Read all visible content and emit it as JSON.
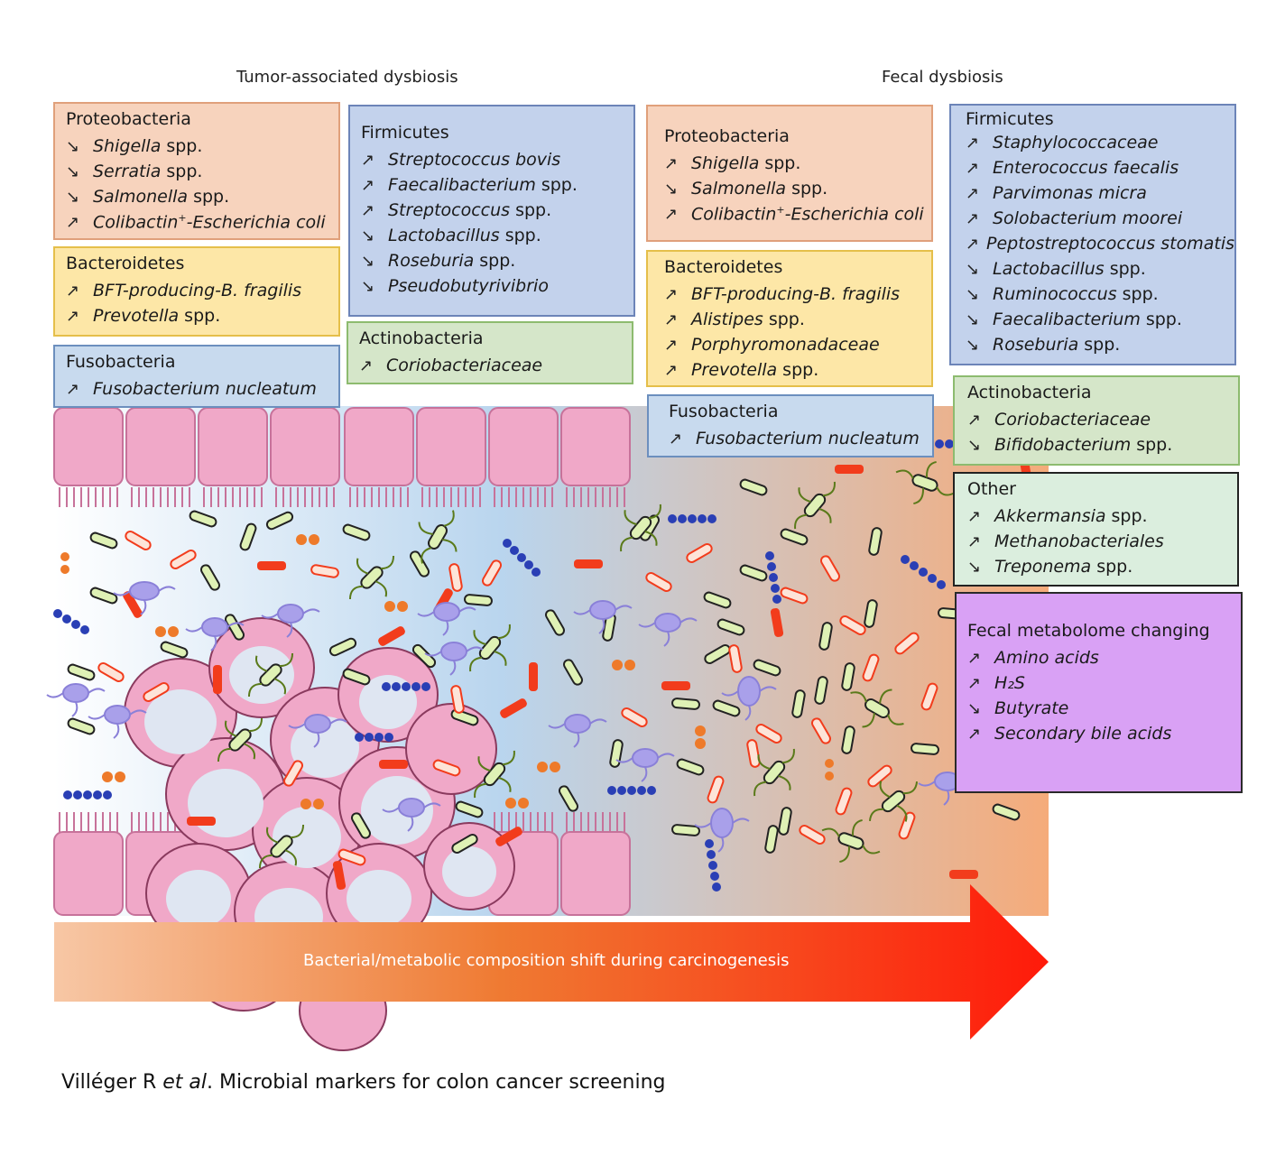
{
  "headers": {
    "left": "Tumor-associated dysbiosis",
    "right": "Fecal dysbiosis"
  },
  "boxes": {
    "t_proteo": {
      "title": "Proteobacteria",
      "items": [
        {
          "arrow": "↘",
          "name": "Shigella",
          "suffix": "spp."
        },
        {
          "arrow": "↘",
          "name": "Serratia",
          "suffix": "spp."
        },
        {
          "arrow": "↘",
          "name": "Salmonella",
          "suffix": "spp."
        },
        {
          "arrow": "↗",
          "name": "Colibactin",
          "sup": "+",
          "name2": "-Escherichia coli",
          "suffix": ""
        }
      ]
    },
    "t_bacter": {
      "title": "Bacteroidetes",
      "items": [
        {
          "arrow": "↗",
          "name": "BFT-producing-B. fragilis",
          "suffix": ""
        },
        {
          "arrow": "↗",
          "name": "Prevotella",
          "suffix": "spp."
        }
      ]
    },
    "t_fuso": {
      "title": "Fusobacteria",
      "items": [
        {
          "arrow": "↗",
          "name": "Fusobacterium nucleatum",
          "suffix": ""
        }
      ]
    },
    "t_firm": {
      "title": "Firmicutes",
      "items": [
        {
          "arrow": "↗",
          "name": "Streptococcus bovis",
          "suffix": ""
        },
        {
          "arrow": "↗",
          "name": "Faecalibacterium",
          "suffix": "spp."
        },
        {
          "arrow": "↗",
          "name": "Streptococcus",
          "suffix": "spp."
        },
        {
          "arrow": "↘",
          "name": "Lactobacillus",
          "suffix": "spp."
        },
        {
          "arrow": "↘",
          "name": "Roseburia",
          "suffix": "spp."
        },
        {
          "arrow": "↘",
          "name": "Pseudobutyrivibrio",
          "suffix": ""
        }
      ]
    },
    "t_actino": {
      "title": "Actinobacteria",
      "items": [
        {
          "arrow": "↗",
          "name": "Coriobacteriaceae",
          "suffix": ""
        }
      ]
    },
    "f_proteo": {
      "title": "Proteobacteria",
      "items": [
        {
          "arrow": "↗",
          "name": "Shigella",
          "suffix": "spp."
        },
        {
          "arrow": "↘",
          "name": "Salmonella",
          "suffix": "spp."
        },
        {
          "arrow": "↗",
          "name": "Colibactin",
          "sup": "+",
          "name2": "-Escherichia coli",
          "suffix": ""
        }
      ]
    },
    "f_bacter": {
      "title": "Bacteroidetes",
      "items": [
        {
          "arrow": "↗",
          "name": "BFT-producing-B. fragilis",
          "suffix": ""
        },
        {
          "arrow": "↗",
          "name": "Alistipes",
          "suffix": "spp."
        },
        {
          "arrow": "↗",
          "name": "Porphyromonadaceae",
          "suffix": ""
        },
        {
          "arrow": "↗",
          "name": "Prevotella",
          "suffix": "spp."
        }
      ]
    },
    "f_fuso": {
      "title": "Fusobacteria",
      "items": [
        {
          "arrow": "↗",
          "name": "Fusobacterium nucleatum",
          "suffix": ""
        }
      ]
    },
    "f_firm": {
      "title": "Firmicutes",
      "items": [
        {
          "arrow": "↗",
          "name": "Staphylococcaceae",
          "suffix": ""
        },
        {
          "arrow": "↗",
          "name": "Enterococcus faecalis",
          "suffix": ""
        },
        {
          "arrow": "↗",
          "name": "Parvimonas micra",
          "suffix": ""
        },
        {
          "arrow": "↗",
          "name": "Solobacterium moorei",
          "suffix": ""
        },
        {
          "arrow": "↗",
          "name": "Peptostreptococcus stomatis",
          "suffix": ""
        },
        {
          "arrow": "↘",
          "name": "Lactobacillus",
          "suffix": "spp."
        },
        {
          "arrow": "↘",
          "name": "Ruminococcus",
          "suffix": "spp."
        },
        {
          "arrow": "↘",
          "name": "Faecalibacterium",
          "suffix": "spp."
        },
        {
          "arrow": "↘",
          "name": "Roseburia",
          "suffix": "spp."
        }
      ]
    },
    "f_actino": {
      "title": "Actinobacteria",
      "items": [
        {
          "arrow": "↗",
          "name": "Coriobacteriaceae",
          "suffix": ""
        },
        {
          "arrow": "↘",
          "name": "Bifidobacterium",
          "suffix": "spp."
        }
      ]
    },
    "f_other": {
      "title": "Other",
      "items": [
        {
          "arrow": "↗",
          "name": "Akkermansia",
          "suffix": "spp."
        },
        {
          "arrow": "↗",
          "name": "Methanobacteriales",
          "suffix": ""
        },
        {
          "arrow": "↘",
          "name": "Treponema",
          "suffix": "spp."
        }
      ]
    },
    "f_metab": {
      "title": "Fecal metabolome changing",
      "items": [
        {
          "arrow": "↗",
          "name": "Amino acids",
          "suffix": ""
        },
        {
          "arrow": "↗",
          "name": "H₂S",
          "suffix": ""
        },
        {
          "arrow": "↘",
          "name": "Butyrate",
          "suffix": ""
        },
        {
          "arrow": "↗",
          "name": "Secondary bile acids",
          "suffix": ""
        }
      ]
    }
  },
  "shift_arrow": {
    "label": "Bacterial/metabolic composition shift during carcinogenesis"
  },
  "citation": {
    "authors": "Villéger R ",
    "etal": "et al",
    "rest": ". Microbial markers for colon cancer screening"
  },
  "colors": {
    "epithelium": "#f0a8c8",
    "bacillus_green": "#dff1b5",
    "bacillus_red": "#f23c1c",
    "coccus_blue": "#2a3fb5",
    "coccus_orange": "#ee7a2a",
    "flagellate": "#a9a0ea",
    "arrow_start": "#f7c7a5",
    "arrow_end": "#ff1a0a"
  }
}
